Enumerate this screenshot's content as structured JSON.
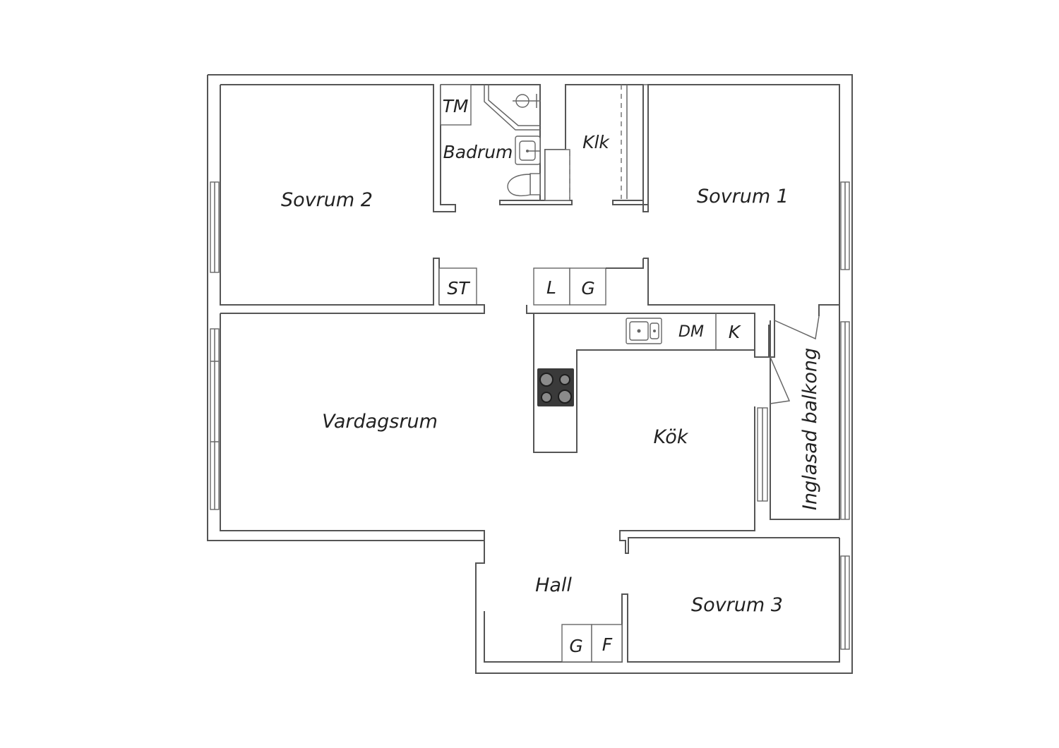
{
  "rooms": {
    "sovrum2": "Sovrum 2",
    "sovrum1": "Sovrum 1",
    "sovrum3": "Sovrum 3",
    "vardagsrum": "Vardagsrum",
    "kok": "Kök",
    "hall": "Hall",
    "badrum": "Badrum",
    "klk": "Klk",
    "balkong": "Inglasad balkong"
  },
  "fixtures": {
    "tm": "TM",
    "st": "ST",
    "l": "L",
    "g_closet": "G",
    "dm": "DM",
    "k": "K",
    "g_hall": "G",
    "f_hall": "F"
  },
  "colors": {
    "wall": "#555555",
    "stove": "#3a3a3a"
  }
}
